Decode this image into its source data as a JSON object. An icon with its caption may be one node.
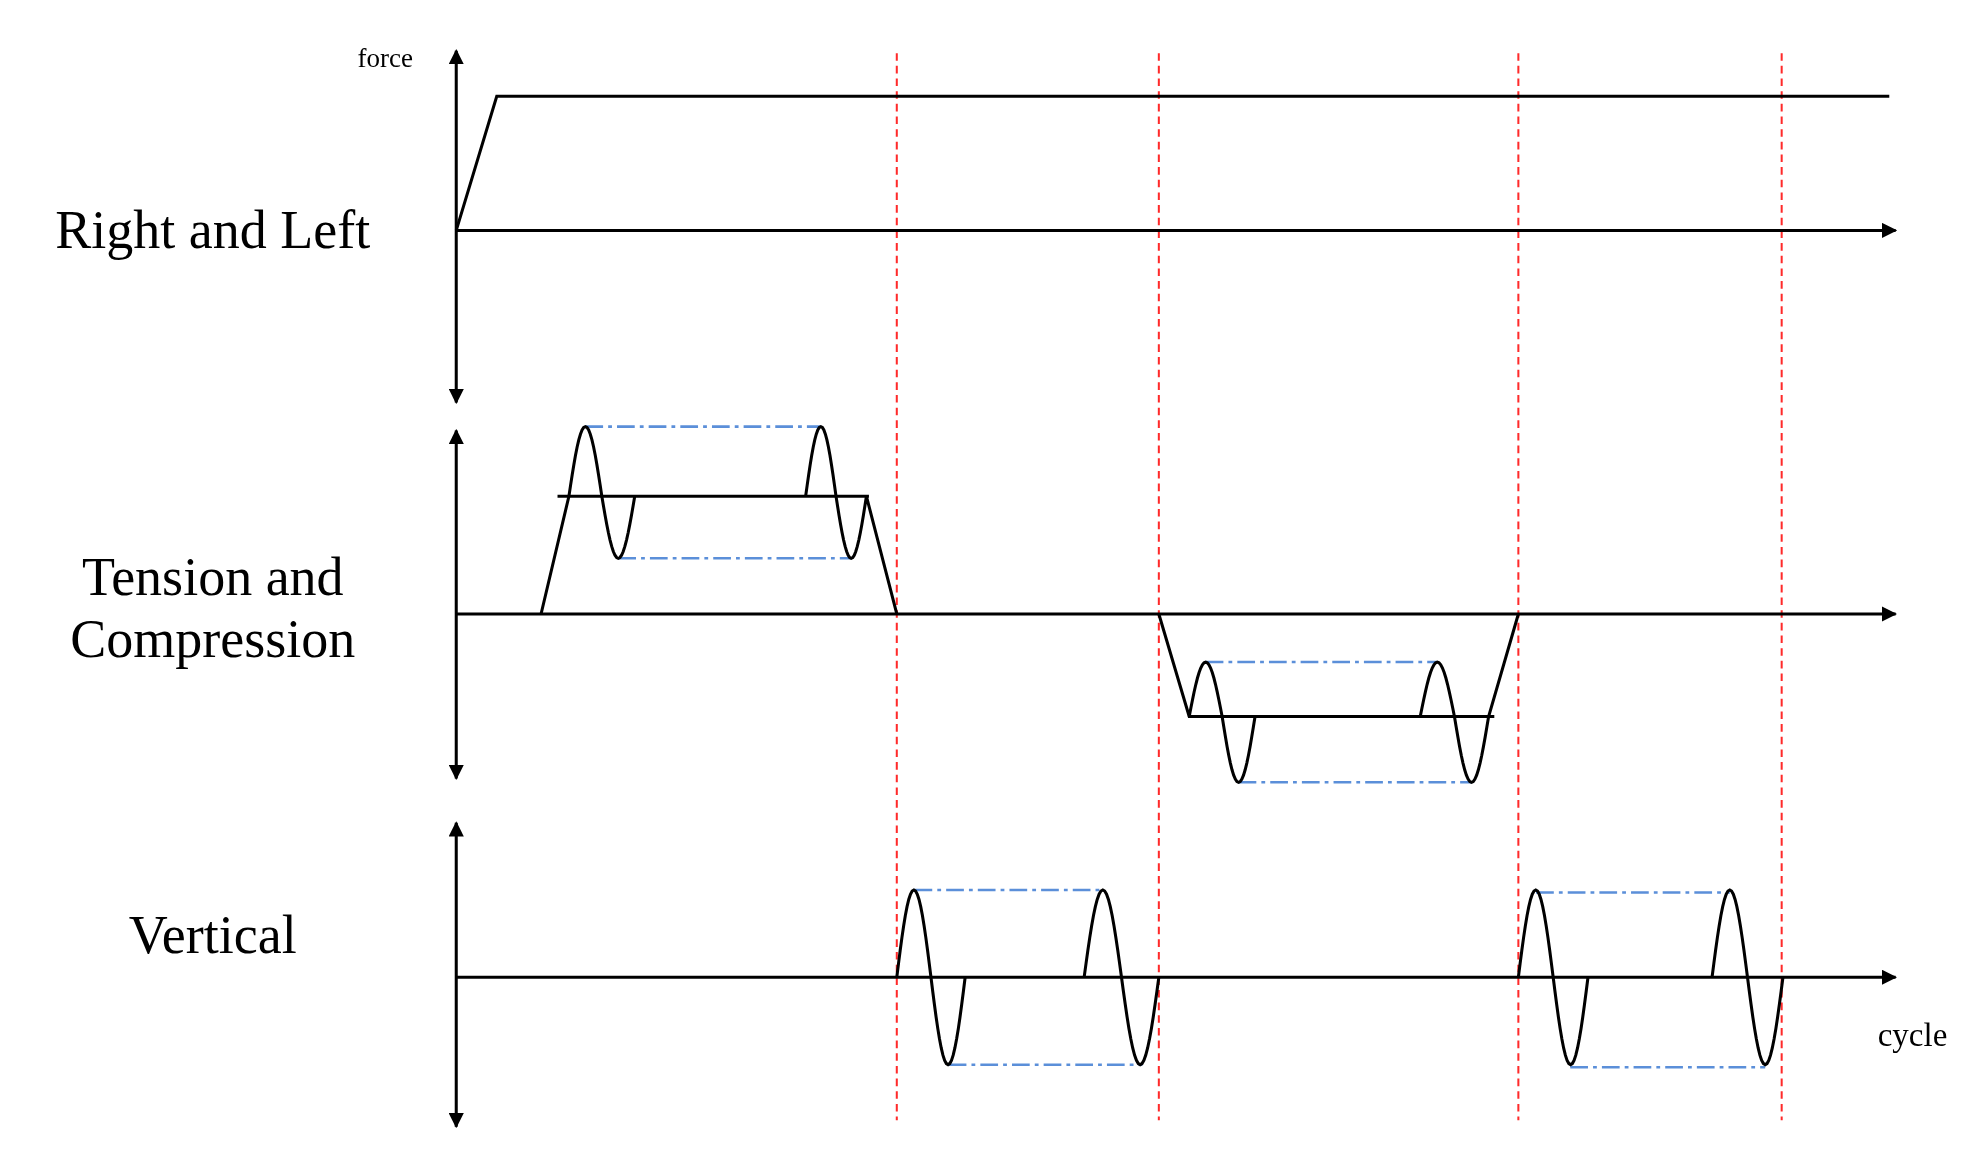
{
  "diagram": {
    "labels": [
      "force",
      "Right and Left",
      "Tension and Compression",
      "Vertical",
      "cycle"
    ]
  }
}
